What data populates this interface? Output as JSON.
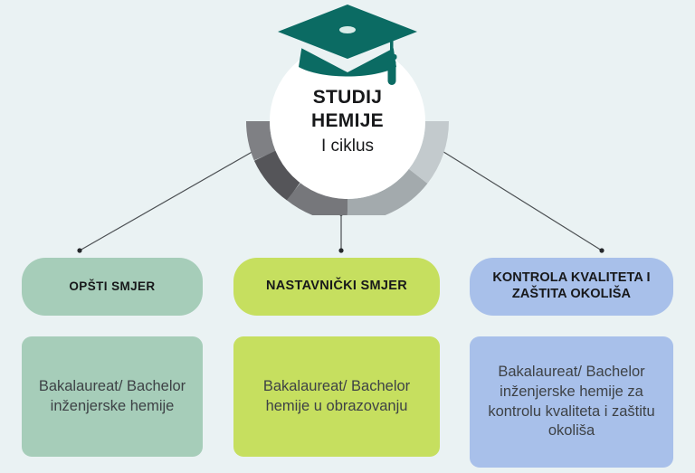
{
  "theme": {
    "background": "#eaf2f3",
    "cap_color": "#0b6b63",
    "hub_circle": "#ffffff",
    "connector_color": "#4b4f52",
    "arc_segments": [
      "#7f8084",
      "#555559",
      "#76777b",
      "#a3aaad",
      "#c3cacd"
    ]
  },
  "hub": {
    "icon": "graduation-cap-icon",
    "line1": "STUDIJ",
    "line2": "HEMIJE",
    "line3": "I ciklus"
  },
  "columns": [
    {
      "key": "general",
      "header": "OPŠTI SMJER",
      "description": "Bakalaureat/ Bachelor inženjerske hemije",
      "color": "#a6cdb9"
    },
    {
      "key": "teaching",
      "header": "NASTAVNIČKI SMJER",
      "description": "Bakalaureat/ Bachelor hemije u obrazovanju",
      "color": "#c6df5f"
    },
    {
      "key": "quality",
      "header": "KONTROLA KVALITETA I ZAŠTITA OKOLIŠA",
      "description": "Bakalaureat/ Bachelor inženjerske hemije za kontrolu kvaliteta i zaštitu okoliša",
      "color": "#a8c0ea"
    }
  ]
}
